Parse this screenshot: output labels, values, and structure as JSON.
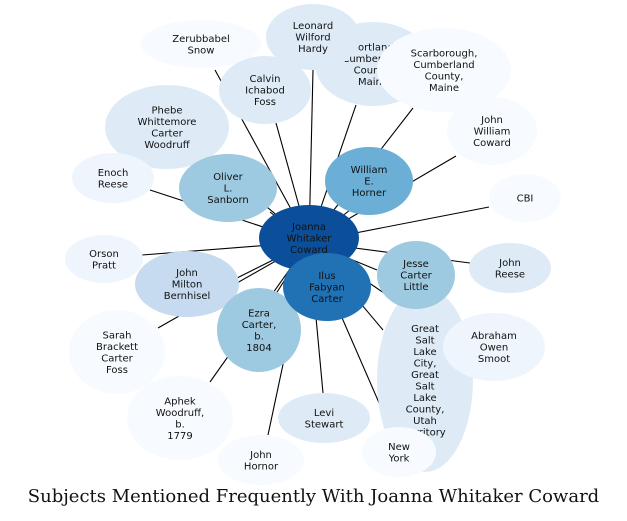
{
  "title": "Subjects Mentioned Frequently With Joanna Whitaker Coward",
  "center": {
    "id": "center",
    "lines": [
      "Joanna",
      "Whitaker",
      "Coward"
    ],
    "color": "#0b4f9a"
  },
  "nodes": [
    {
      "id": "zerubbabel-snow",
      "lines": [
        "Zerubbabel",
        "Snow"
      ],
      "color": "#f7fbff"
    },
    {
      "id": "leonard-wilford-hardy",
      "lines": [
        "Leonard",
        "Wilford",
        "Hardy"
      ],
      "color": "#deebf7"
    },
    {
      "id": "portland-cumberland-county-maine",
      "lines": [
        "Portland",
        "Cumberland",
        "County,",
        "Maine"
      ],
      "color": "#deebf7"
    },
    {
      "id": "scarborough-cumberland-county-maine",
      "lines": [
        "Scarborough,",
        "Cumberland",
        "County,",
        "Maine"
      ],
      "color": "#f7fbff"
    },
    {
      "id": "calvin-ichabod-foss",
      "lines": [
        "Calvin",
        "Ichabod",
        "Foss"
      ],
      "color": "#deebf7"
    },
    {
      "id": "phebe-whittemore-carter-woodruff",
      "lines": [
        "Phebe",
        "Whittemore",
        "Carter",
        "Woodruff"
      ],
      "color": "#deebf7"
    },
    {
      "id": "john-william-coward",
      "lines": [
        "John",
        "William",
        "Coward"
      ],
      "color": "#f7fbff"
    },
    {
      "id": "enoch-reese",
      "lines": [
        "Enoch",
        "Reese"
      ],
      "color": "#eff5fc"
    },
    {
      "id": "oliver-l-sanborn",
      "lines": [
        "Oliver",
        "L.",
        "Sanborn"
      ],
      "color": "#9ecae1"
    },
    {
      "id": "william-e-horner",
      "lines": [
        "William",
        "E.",
        "Horner"
      ],
      "color": "#6baed6"
    },
    {
      "id": "cbi",
      "lines": [
        "CBI"
      ],
      "color": "#f7fbff"
    },
    {
      "id": "orson-pratt",
      "lines": [
        "Orson",
        "Pratt"
      ],
      "color": "#eff5fc"
    },
    {
      "id": "john-milton-bernhisel",
      "lines": [
        "John",
        "Milton",
        "Bernhisel"
      ],
      "color": "#c6dbef"
    },
    {
      "id": "jesse-carter-little",
      "lines": [
        "Jesse",
        "Carter",
        "Little"
      ],
      "color": "#9ecae1"
    },
    {
      "id": "john-reese",
      "lines": [
        "John",
        "Reese"
      ],
      "color": "#deebf7"
    },
    {
      "id": "ilus-fabyan-carter",
      "lines": [
        "Ilus",
        "Fabyan",
        "Carter"
      ],
      "color": "#2171b5"
    },
    {
      "id": "sarah-brackett-carter-foss",
      "lines": [
        "Sarah",
        "Brackett",
        "Carter",
        "Foss"
      ],
      "color": "#f7fbff"
    },
    {
      "id": "ezra-carter-b-1804",
      "lines": [
        "Ezra",
        "Carter,",
        "b.",
        "1804"
      ],
      "color": "#9ecae1"
    },
    {
      "id": "great-salt-lake-city-utah-territory",
      "lines": [
        "Great",
        "Salt",
        "Lake",
        "City,",
        "Great",
        "Salt",
        "Lake",
        "County,",
        "Utah",
        "Territory"
      ],
      "color": "#deebf7"
    },
    {
      "id": "abraham-owen-smoot",
      "lines": [
        "Abraham",
        "Owen",
        "Smoot"
      ],
      "color": "#eff5fc"
    },
    {
      "id": "aphek-woodruff-b-1779",
      "lines": [
        "Aphek",
        "Woodruff,",
        "b.",
        "1779"
      ],
      "color": "#f7fbff"
    },
    {
      "id": "levi-stewart",
      "lines": [
        "Levi",
        "Stewart"
      ],
      "color": "#deebf7"
    },
    {
      "id": "john-hornor",
      "lines": [
        "John",
        "Hornor"
      ],
      "color": "#f7fbff"
    },
    {
      "id": "new-york",
      "lines": [
        "New",
        "York"
      ],
      "color": "#f7fbff"
    }
  ]
}
